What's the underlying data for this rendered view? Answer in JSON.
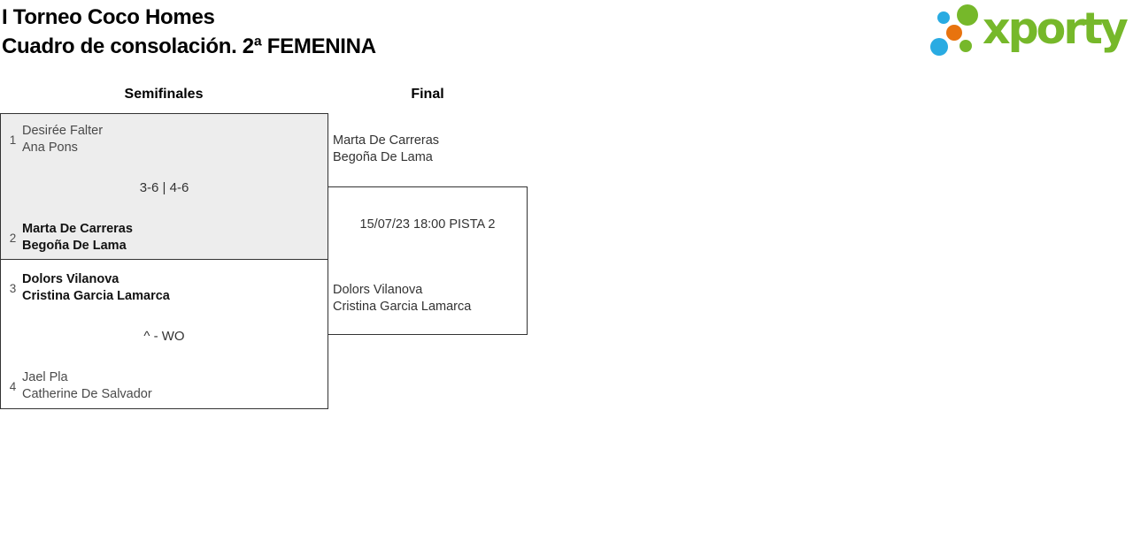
{
  "page": {
    "title_line1": "I Torneo Coco Homes",
    "title_line2": "Cuadro de consolación. 2ª FEMENINA"
  },
  "logo": {
    "wordmark": "xporty",
    "colors": {
      "green": "#76B82A",
      "blue": "#29ABE2",
      "orange": "#E8730E"
    }
  },
  "bracket": {
    "rounds": [
      {
        "label": "Semifinales"
      },
      {
        "label": "Final"
      }
    ],
    "semifinals": [
      {
        "score": "3-6 | 4-6",
        "teams": [
          {
            "seed": "1",
            "players": [
              "Desirée Falter",
              "Ana Pons"
            ],
            "winner": false
          },
          {
            "seed": "2",
            "players": [
              "Marta De Carreras",
              "Begoña De Lama"
            ],
            "winner": true
          }
        ]
      },
      {
        "score": "^ - WO",
        "teams": [
          {
            "seed": "3",
            "players": [
              "Dolors Vilanova",
              "Cristina Garcia Lamarca"
            ],
            "winner": true
          },
          {
            "seed": "4",
            "players": [
              "Jael Pla",
              "Catherine De Salvador"
            ],
            "winner": false
          }
        ]
      }
    ],
    "final": {
      "schedule": "15/07/23 18:00 PISTA 2",
      "teams": [
        {
          "players": [
            "Marta De Carreras",
            "Begoña De Lama"
          ]
        },
        {
          "players": [
            "Dolors Vilanova",
            "Cristina Garcia Lamarca"
          ]
        }
      ]
    }
  }
}
